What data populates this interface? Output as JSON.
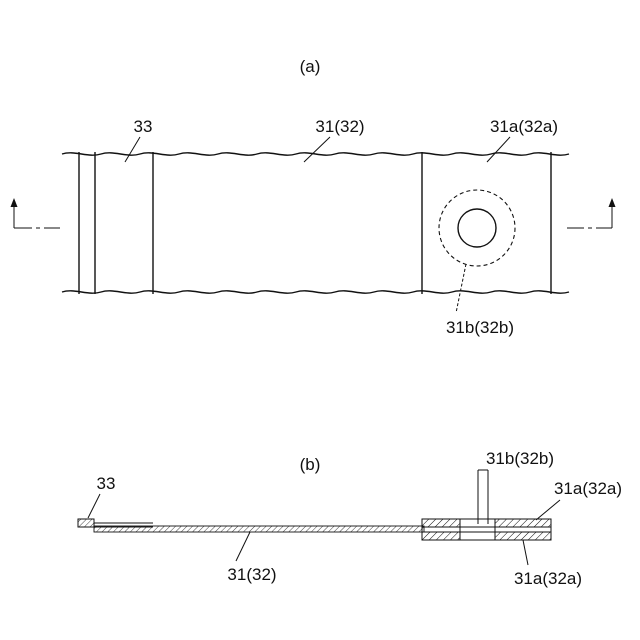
{
  "figure_a": {
    "caption": "(a)",
    "labels": {
      "electrode_tab": "33",
      "sheet": "31(32)",
      "end_region": "31a(32a)",
      "hole": "31b(32b)"
    }
  },
  "figure_b": {
    "caption": "(b)",
    "labels": {
      "electrode_tab": "33",
      "hole": "31b(32b)",
      "end_region_top": "31a(32a)",
      "sheet": "31(32)",
      "end_region_bottom": "31a(32a)"
    }
  },
  "colors": {
    "ink": "#111111",
    "background": "#ffffff"
  }
}
